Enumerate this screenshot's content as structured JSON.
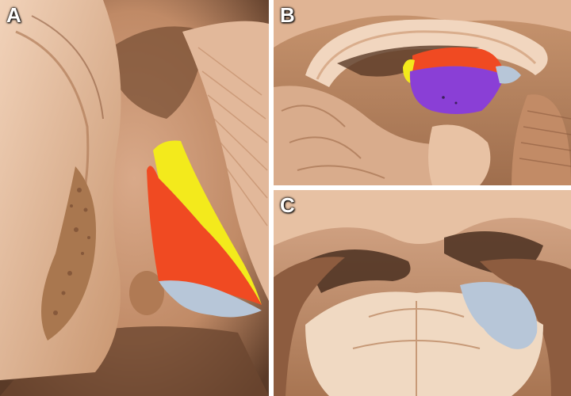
{
  "figure": {
    "panels": [
      {
        "letter": "A",
        "subject": "dissected-brain-specimen"
      },
      {
        "letter": "B",
        "subject": "sagittal-brain-section"
      },
      {
        "letter": "C",
        "subject": "dissected-brain-specimen"
      }
    ],
    "colors": {
      "tissue_light": "#e8c2a4",
      "tissue_mid": "#c99670",
      "tissue_dark": "#6b4630",
      "overlay_yellow": "#f3ea1c",
      "overlay_red": "#f04a22",
      "overlay_blue": "#b7c6d8",
      "overlay_purple": "#8a3fd6",
      "border": "#ffffff"
    }
  }
}
